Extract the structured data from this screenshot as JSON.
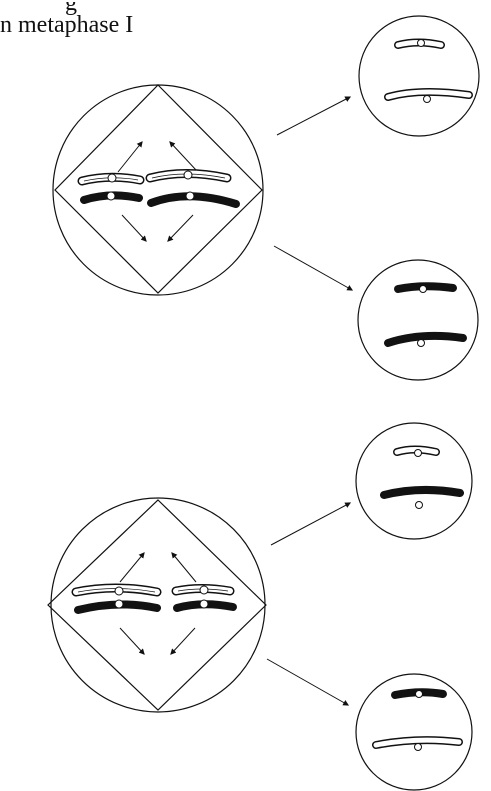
{
  "figure": {
    "caption_line1": "g",
    "caption_line2": "n metaphase I",
    "colors": {
      "ink": "#111111",
      "paper": "#ffffff",
      "light_chromosome_fill": "#ffffff",
      "dark_chromosome_fill": "#121212"
    },
    "icons": {
      "cell": "circle-outline",
      "spindle": "diamond-outline",
      "arrow": "arrowhead-line"
    }
  }
}
